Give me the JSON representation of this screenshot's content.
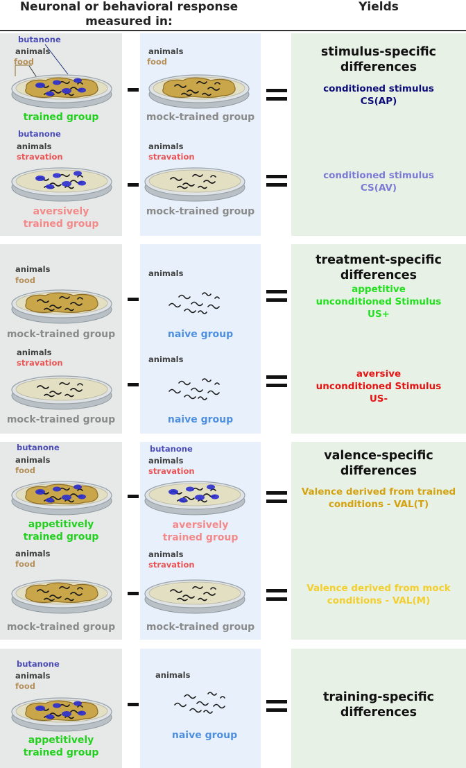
{
  "header": {
    "left_line1": "Neuronal or behavioral response",
    "left_line2": "measured in:",
    "right": "Yields"
  },
  "labels": {
    "butanone": "butanone",
    "animals": "animals",
    "food": "food",
    "starvation": "stravation"
  },
  "groups": {
    "trained": "trained group",
    "mock_trained": "mock-trained group",
    "aversively_1": "aversively",
    "aversively_2": "trained group",
    "naive": "naive group",
    "appetitively_1": "appetitively",
    "appetitively_2": "trained group"
  },
  "results": {
    "stimulus_head_1": "stimulus-specific",
    "stimulus_head_2": "differences",
    "cs_ap_1": "conditioned stimulus",
    "cs_ap_2": "CS(AP)",
    "cs_av_1": "conditioned stimulus",
    "cs_av_2": "CS(AV)",
    "treatment_head_1": "treatment-specific",
    "treatment_head_2": "differences",
    "us_plus_1": "appetitive",
    "us_plus_2": "unconditioned Stimulus",
    "us_plus_3": "US+",
    "us_minus_1": "aversive",
    "us_minus_2": "unconditioned Stimulus",
    "us_minus_3": "US-",
    "valence_head_1": "valence-specific",
    "valence_head_2": "differences",
    "val_t_1": "Valence derived from trained",
    "val_t_2": "conditions - VAL(T)",
    "val_m_1": "Valence derived from mock",
    "val_m_2": "conditions - VAL(M)",
    "training_head_1": "training-specific",
    "training_head_2": "differences"
  },
  "colors": {
    "butanone": "#4b4cb8",
    "animals": "#404040",
    "food": "#b58f5a",
    "starvation": "#ea5455",
    "trained_green": "#22d11e",
    "mock_gray": "#8a8a8a",
    "aversive_pink": "#f4898a",
    "naive_blue": "#4f8fe0",
    "cs_ap": "#0b0b7a",
    "cs_av": "#7b7bd6",
    "us_plus": "#22e01e",
    "us_minus": "#e41414",
    "val_t": "#d4a10f",
    "val_m": "#f2cf2c",
    "panel_gray": "#e6e9e8",
    "panel_blue": "#e7f0fb",
    "panel_green": "#e7f1e5"
  }
}
